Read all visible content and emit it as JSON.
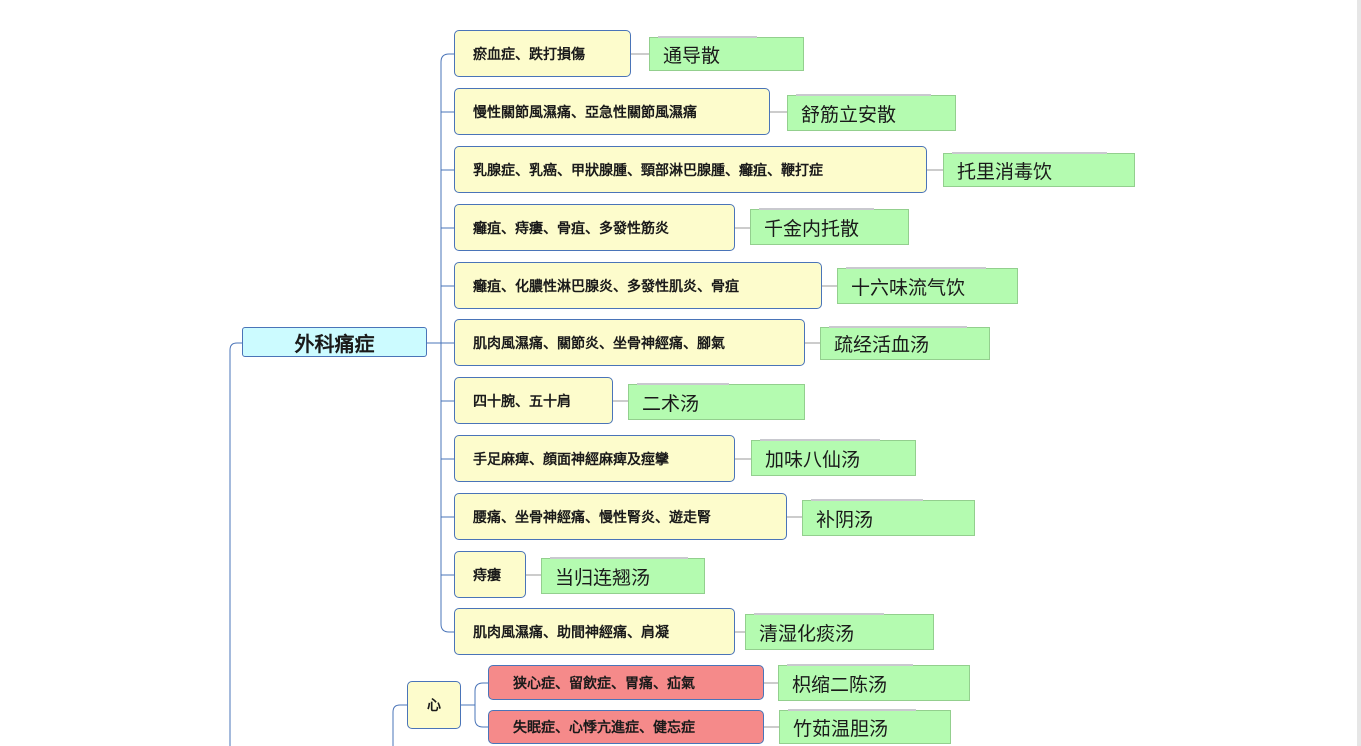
{
  "root": {
    "label": "外科痛症"
  },
  "branches": [
    {
      "condition": "瘀血症、跌打損傷",
      "remedy": "通导散"
    },
    {
      "condition": "慢性關節風濕痛、亞急性關節風濕痛",
      "remedy": "舒筋立安散"
    },
    {
      "condition": "乳腺症、乳癌、甲狀腺腫、頸部淋巴腺腫、癰疽、鞭打症",
      "remedy": "托里消毒饮"
    },
    {
      "condition": "癰疽、痔瘻、骨疽、多發性筋炎",
      "remedy": "千金内托散"
    },
    {
      "condition": "癰疽、化膿性淋巴腺炎、多發性肌炎、骨疽",
      "remedy": "十六味流气饮"
    },
    {
      "condition": "肌肉風濕痛、關節炎、坐骨神經痛、腳氣",
      "remedy": "疏经活血汤"
    },
    {
      "condition": "四十腕、五十肩",
      "remedy": "二术汤"
    },
    {
      "condition": "手足麻痺、顔面神經麻痺及痙攣",
      "remedy": "加味八仙汤"
    },
    {
      "condition": "腰痛、坐骨神經痛、慢性腎炎、遊走腎",
      "remedy": "补阴汤"
    },
    {
      "condition": "痔瘻",
      "remedy": "当归连翘汤"
    },
    {
      "condition": "肌肉風濕痛、助間神經痛、肩凝",
      "remedy": "清湿化痰汤"
    }
  ],
  "heart": {
    "label": "心",
    "branches": [
      {
        "condition": "狭心症、留飲症、胃痛、疝氣",
        "remedy": "枳缩二陈汤"
      },
      {
        "condition": "失眠症、心悸亢進症、健忘症",
        "remedy": "竹茹温胆汤"
      }
    ]
  },
  "colors": {
    "connector": "#4a74b8",
    "condition_fill": "#fdfccc",
    "heart_condition_fill": "#f58a8a",
    "root_fill": "#ccfbff",
    "remedy_fill": "#b4fbb0"
  },
  "icons": []
}
